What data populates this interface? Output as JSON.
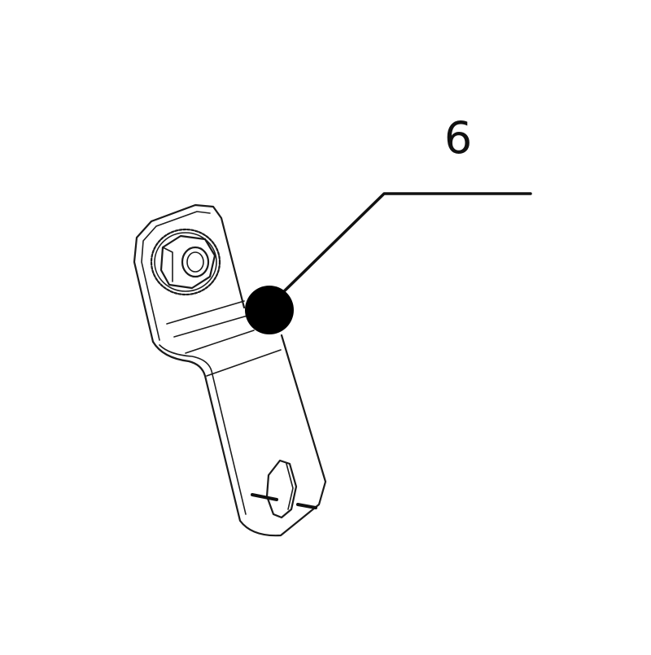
{
  "diagram": {
    "type": "exploded parts callout",
    "part": {
      "name": "bracket with hex nut",
      "callout_number": "6"
    },
    "leader": {
      "marker": "filled-dot",
      "color": "#000000"
    },
    "colors": {
      "background": "#ffffff",
      "line": "#1a1a1a"
    }
  }
}
